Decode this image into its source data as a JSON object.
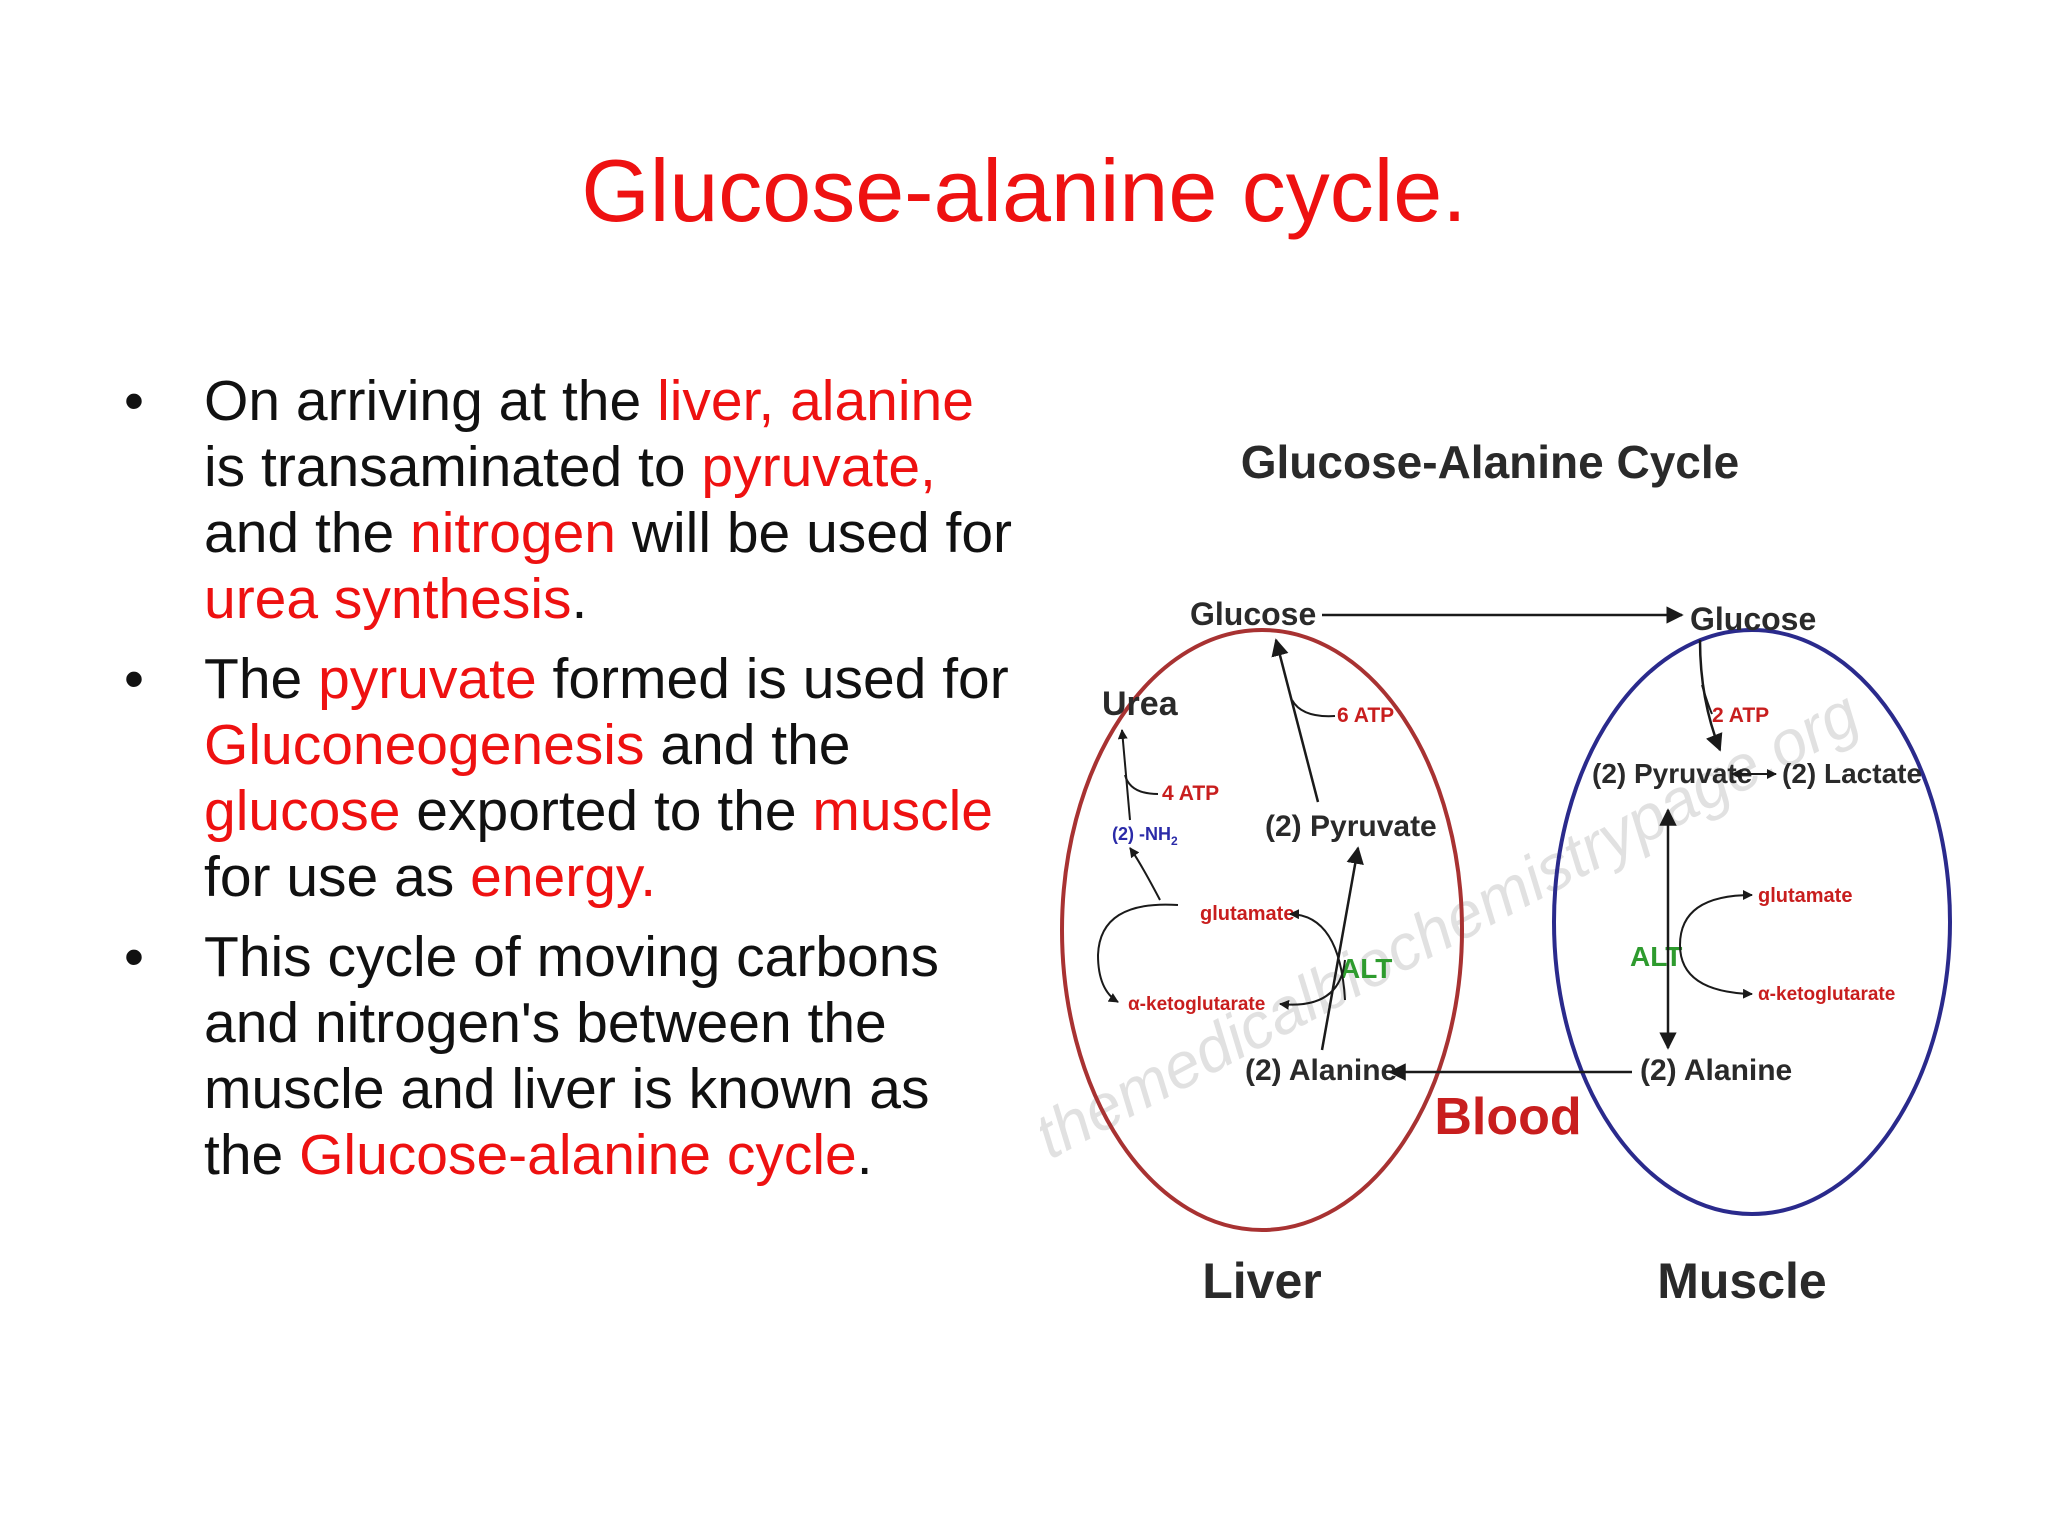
{
  "slide": {
    "title": "Glucose-alanine cycle.",
    "bullets": [
      {
        "segments": [
          {
            "text": "On arriving at the ",
            "highlight": false
          },
          {
            "text": "liver,",
            "highlight": true
          },
          {
            "text": " ",
            "highlight": false
          },
          {
            "text": "alanine",
            "highlight": true
          },
          {
            "text": " is transaminated to ",
            "highlight": false
          },
          {
            "text": "pyruvate,",
            "highlight": true
          },
          {
            "text": " and the ",
            "highlight": false
          },
          {
            "text": "nitrogen",
            "highlight": true
          },
          {
            "text": " will be used for ",
            "highlight": false
          },
          {
            "text": "urea synthesis",
            "highlight": true
          },
          {
            "text": ".",
            "highlight": false
          }
        ]
      },
      {
        "segments": [
          {
            "text": "The ",
            "highlight": false
          },
          {
            "text": "pyruvate",
            "highlight": true
          },
          {
            "text": " formed is used for ",
            "highlight": false
          },
          {
            "text": "Gluconeogenesis",
            "highlight": true
          },
          {
            "text": " and the ",
            "highlight": false
          },
          {
            "text": "glucose",
            "highlight": true
          },
          {
            "text": " exported to the ",
            "highlight": false
          },
          {
            "text": "muscle",
            "highlight": true
          },
          {
            "text": " for use as ",
            "highlight": false
          },
          {
            "text": "energy.",
            "highlight": true
          }
        ]
      },
      {
        "segments": [
          {
            "text": "This cycle of moving carbons and nitrogen's between the muscle and liver is known as the ",
            "highlight": false
          },
          {
            "text": "Glucose-alanine cycle",
            "highlight": true
          },
          {
            "text": ".",
            "highlight": false
          }
        ]
      }
    ]
  },
  "diagram": {
    "title": "Glucose-Alanine Cycle",
    "watermark": "themedicalbiochemistrypage.org",
    "liver": {
      "label": "Liver",
      "glucose": "Glucose",
      "urea": "Urea",
      "atp6": "6 ATP",
      "atp4": "4 ATP",
      "nh2": "(2) -NH",
      "nh2_sub": "2",
      "pyruvate": "(2) Pyruvate",
      "glutamate": "glutamate",
      "alt": "ALT",
      "ketoglutarate": "α-ketoglutarate",
      "alanine": "(2) Alanine"
    },
    "muscle": {
      "label": "Muscle",
      "glucose": "Glucose",
      "atp2": "2 ATP",
      "pyruvate": "(2) Pyruvate",
      "lactate": "(2) Lactate",
      "glutamate": "glutamate",
      "alt": "ALT",
      "ketoglutarate": "α-ketoglutarate",
      "alanine": "(2) Alanine"
    },
    "blood": "Blood",
    "colors": {
      "liver_circle": "#a83232",
      "muscle_circle": "#2a2a8c",
      "red_text": "#c81e1e",
      "alt_green": "#2e9b2e",
      "nh2_blue": "#2a2aa8",
      "blood_red": "#c81e1e"
    }
  }
}
